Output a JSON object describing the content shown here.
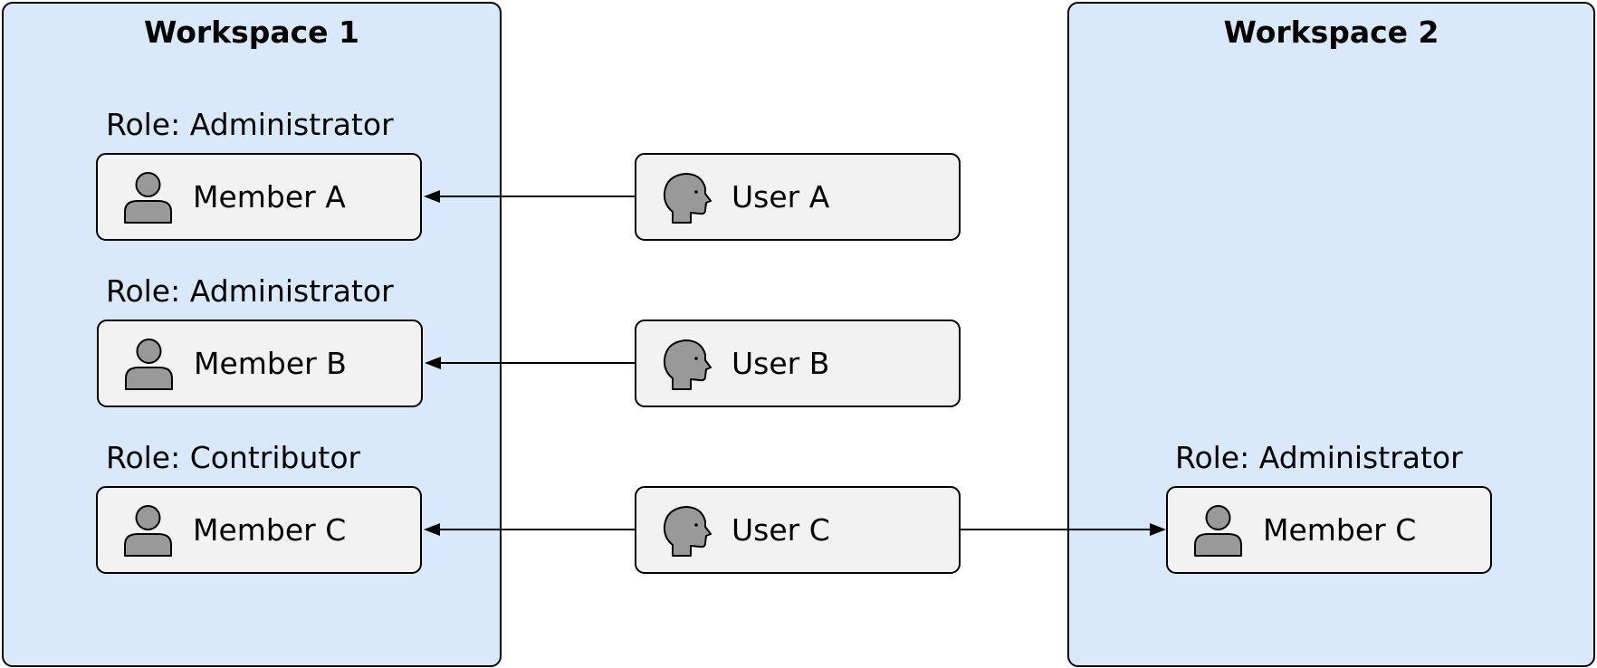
{
  "workspaces": [
    {
      "title": "Workspace 1",
      "members": [
        {
          "role": "Role: Administrator",
          "name": "Member A"
        },
        {
          "role": "Role: Administrator",
          "name": "Member B"
        },
        {
          "role": "Role: Contributor",
          "name": "Member C"
        }
      ]
    },
    {
      "title": "Workspace 2",
      "members": [
        {
          "role": "Role: Administrator",
          "name": "Member C"
        }
      ]
    }
  ],
  "users": [
    {
      "name": "User A"
    },
    {
      "name": "User B"
    },
    {
      "name": "User C"
    }
  ],
  "colors": {
    "workspace_fill": "#dae8fc",
    "node_fill": "#f2f2f2",
    "icon_fill": "#999999",
    "stroke": "#000000"
  },
  "icons": {
    "member": "person-icon",
    "user": "head-profile-icon"
  }
}
